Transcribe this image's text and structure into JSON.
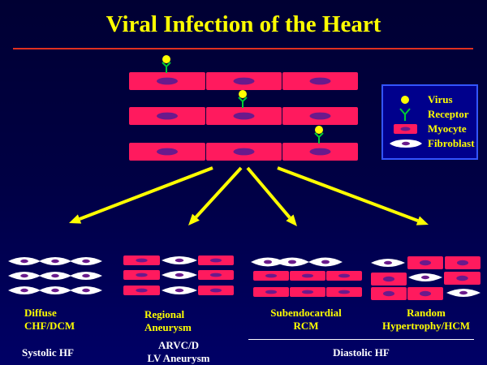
{
  "title": "Viral Infection of the Heart",
  "legend": {
    "virus": "Virus",
    "receptor": "Receptor",
    "myocyte": "Myocyte",
    "fibroblast": "Fibroblast"
  },
  "outcomes": [
    {
      "line1": "Diffuse",
      "line2": "CHF/DCM"
    },
    {
      "line1": "Regional",
      "line2": "Aneurysm",
      "line3": "ARVC/D",
      "line4": "LV Aneurysm"
    },
    {
      "line1": "Subendocardial",
      "line2": "RCM"
    },
    {
      "line1": "Random",
      "line2": "Hypertrophy/HCM"
    }
  ],
  "categories": {
    "systolic": "Systolic HF",
    "diastolic": "Diastolic HF"
  },
  "colors": {
    "title": "#ffff00",
    "myocyte": "#ff1a5e",
    "myocyte_nucleus": "#6a1a8c",
    "virus": "#ffff00",
    "receptor": "#00cc33",
    "fibroblast": "#ffffff",
    "arrow": "#ffff00",
    "rule": "#e03020"
  }
}
